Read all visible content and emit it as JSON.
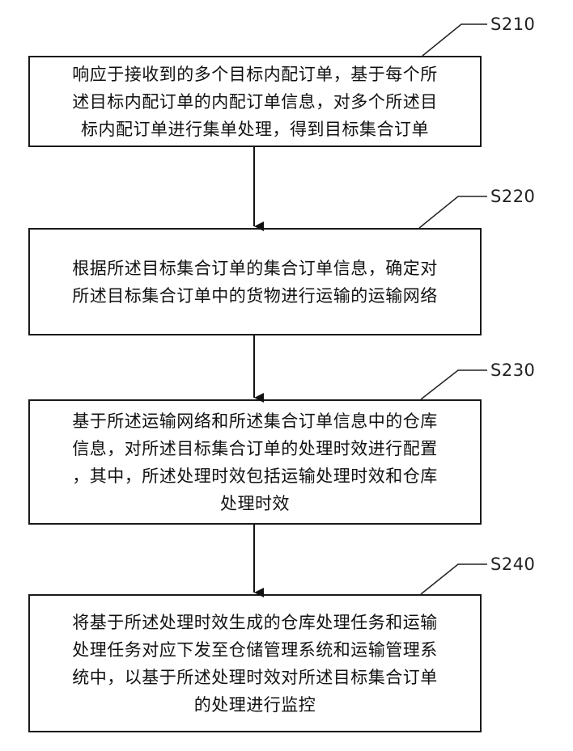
{
  "steps": [
    {
      "id": "S210",
      "text": "响应于接收到的多个目标内配订单，基于每个所\n述目标内配订单的内配订单信息，对多个所述目\n标内配订单进行集单处理，得到目标集合订单"
    },
    {
      "id": "S220",
      "text": "根据所述目标集合订单的集合订单信息，确定对\n所述目标集合订单中的货物进行运输的运输网络"
    },
    {
      "id": "S230",
      "text": "基于所述运输网络和所述集合订单信息中的仓库\n信息，对所述目标集合订单的处理时效进行配置\n，其中，所述处理时效包括运输处理时效和仓库\n处理时效"
    },
    {
      "id": "S240",
      "text": "将基于所述处理时效生成的仓库处理任务和运输\n处理任务对应下发至仓储管理系统和运输管理系\n统中，以基于所述处理时效对所述目标集合订单\n的处理进行监控"
    }
  ]
}
